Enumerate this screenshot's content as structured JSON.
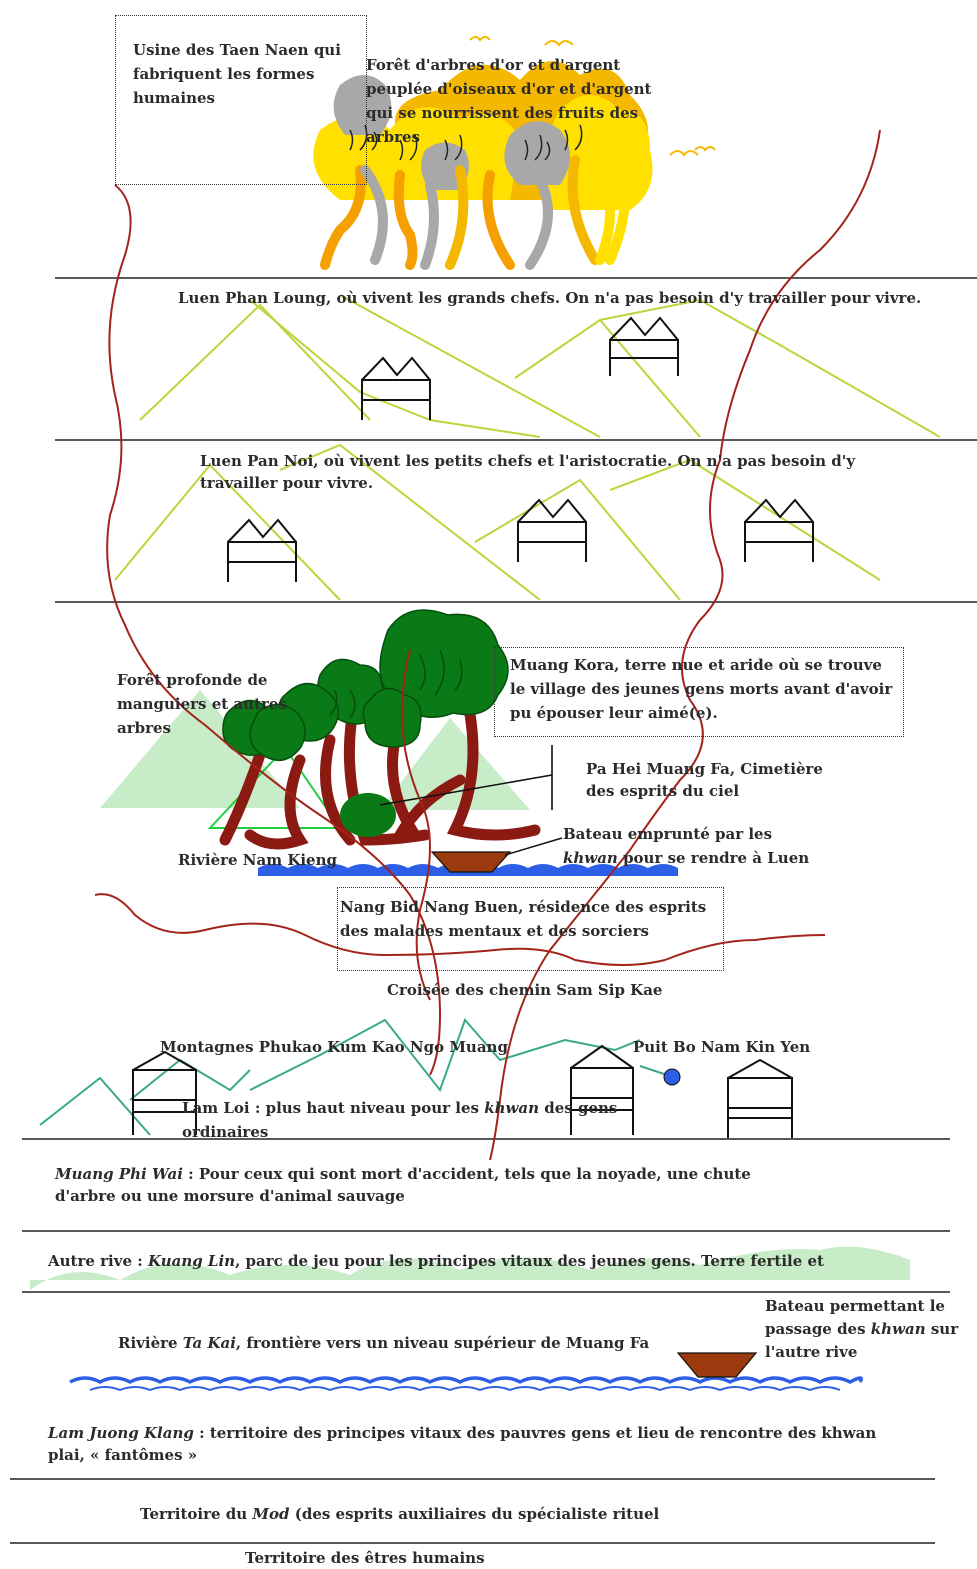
{
  "labels": {
    "usine": "Usine des Taen Naen qui fabriquent les formes humaines",
    "foret_or": "Forêt d'arbres d'or et d'argent peuplée d'oiseaux d'or et d'argent qui se nourrissent des fruits des arbres",
    "luen_phan_loung": "Luen Phan Loung, où vivent les grands chefs. On n'a pas besoin d'y travailler pour vivre.",
    "luen_pan_noi": "Luen Pan Noi, où vivent les petits chefs et l'aristocratie. On n'a pas besoin d'y travailler pour vivre.",
    "foret_profonde": "Forêt profonde de manguiers et autres arbres",
    "muang_kora": "Muang Kora, terre nue et aride où se trouve le village des jeunes gens morts avant d'avoir pu épouser leur aimé(e).",
    "pa_hei": "Pa Hei Muang Fa, Cimetière des esprits du ciel",
    "bateau_luen_a": "Bateau emprunté par les",
    "bateau_luen_b_em": "khwan",
    "bateau_luen_c": " pour se rendre à Luen",
    "riviere_nam_kieng": "Rivière Nam Kieng",
    "nang_bid": "Nang Bid Nang Buen, résidence des esprits des malades mentaux et des sorciers",
    "croisee": "Croisée des chemin Sam Sip Kae",
    "montagnes": "Montagnes Phukao Kum Kao Ngo Muang",
    "puit": "Puit Bo Nam Kin Yen",
    "lam_loi_a": "Lam Loi : plus haut niveau pour les ",
    "lam_loi_em": "khwan",
    "lam_loi_b": " des gens ordinaires",
    "muang_phi_wai_em": "Muang Phi Wai",
    "muang_phi_wai": " : Pour ceux qui sont mort d'accident, tels que la noyade, une chute d'arbre ou une morsure d'animal sauvage",
    "autre_rive_a": "Autre rive : ",
    "autre_rive_em": "Kuang Lin",
    "autre_rive_b": ", parc de jeu pour les principes vitaux des jeunes gens. Terre fertile et",
    "riviere_ta_kai_a": "Rivière ",
    "riviere_ta_kai_em": "Ta Kai",
    "riviere_ta_kai_b": ", frontière vers un niveau supérieur de Muang Fa",
    "bateau_rive_a": "Bateau permettant le passage des ",
    "bateau_rive_em": "khwan",
    "bateau_rive_b": " sur l'autre rive",
    "lam_juong_em": "Lam Juong Klang",
    "lam_juong": " : territoire des principes vitaux des pauvres gens et lieu de rencontre des khwan plai, « fantômes »",
    "mod_a": "Territoire du ",
    "mod_em": "Mod",
    "mod_b": " (des esprits auxiliaires du spécialiste rituel",
    "humains": "Territoire des êtres humains"
  },
  "colors": {
    "gold": "#f5b800",
    "yellow": "#ffe000",
    "silver": "#a8a8a8",
    "tree_green": "#0a7a16",
    "trunk": "#8b1a12",
    "mountain_lime": "#b9d63a",
    "mountain_pale": "#c8ecc8",
    "teal": "#3aa88a",
    "river": "#2d5fe6",
    "boat": "#9a3a0e",
    "path": "#a3241a"
  }
}
